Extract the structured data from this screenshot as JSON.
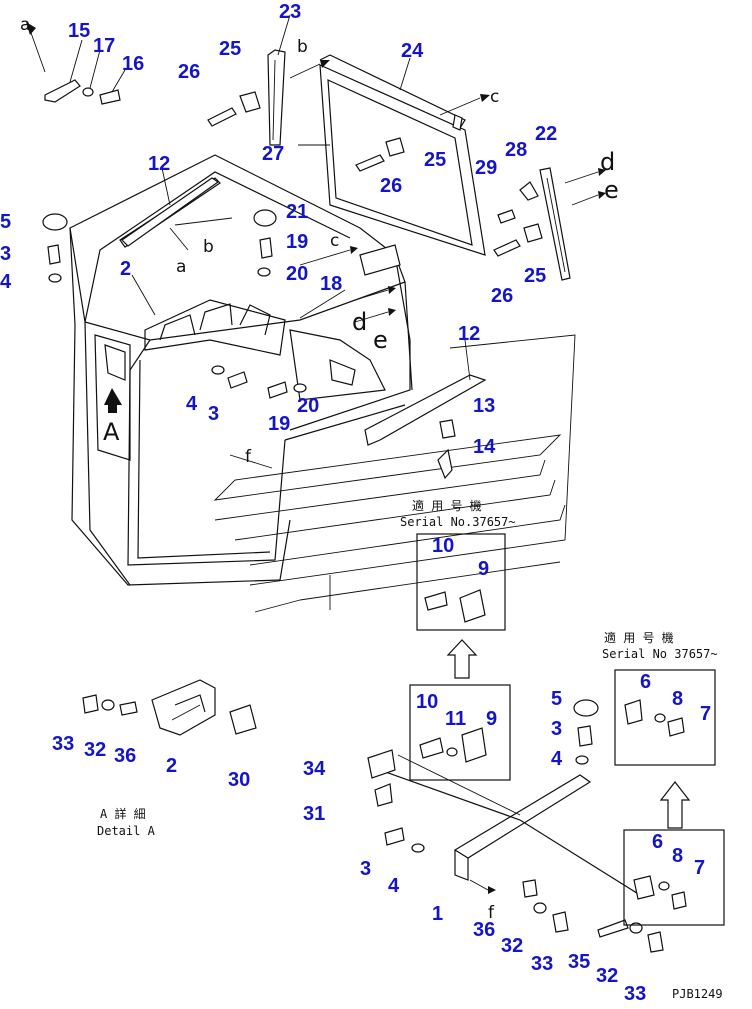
{
  "title_code": "PJB1249",
  "serial_note_top": {
    "jp": "適 用 号 機",
    "en": "Serial No.37657~"
  },
  "serial_note_right": {
    "jp": "適 用 号 機",
    "en": "Serial No 37657~"
  },
  "detail_label": {
    "jp": "A 詳 細",
    "en": "Detail A"
  },
  "view_marker": "A",
  "ref_letters": [
    "a",
    "b",
    "c",
    "d",
    "e",
    "f"
  ],
  "callouts": {
    "n1": "1",
    "n2": "2",
    "n3": "3",
    "n4": "4",
    "n5": "5",
    "n6": "6",
    "n7": "7",
    "n8": "8",
    "n9": "9",
    "n10": "10",
    "n11": "11",
    "n12": "12",
    "n13": "13",
    "n14": "14",
    "n15": "15",
    "n16": "16",
    "n17": "17",
    "n18": "18",
    "n19": "19",
    "n20": "20",
    "n21": "21",
    "n22": "22",
    "n23": "23",
    "n24": "24",
    "n25": "25",
    "n26": "26",
    "n27": "27",
    "n28": "28",
    "n29": "29",
    "n30": "30",
    "n31": "31",
    "n32": "32",
    "n33": "33",
    "n34": "34",
    "n35": "35",
    "n36": "36"
  },
  "colors": {
    "callout": "#1414c8",
    "line": "#111111",
    "background": "#ffffff"
  }
}
